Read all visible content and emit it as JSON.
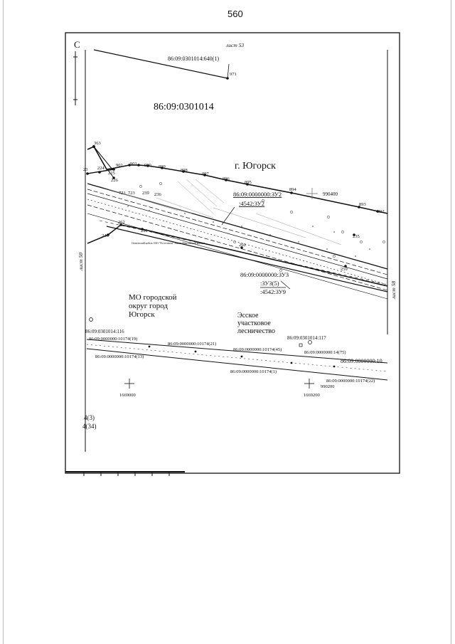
{
  "page_number": "560",
  "north_label": "С",
  "sheet_refs": {
    "top": "лист 53",
    "left": "лист 50",
    "right": "лист 58"
  },
  "block_main": "86:09:0301014",
  "parcel_top": "86:09:0301014:640(1)",
  "city": "г. Югорск",
  "zone_mo": [
    "МО городской",
    "округ город",
    "Югорск"
  ],
  "zone_forest": [
    "Эсское",
    "участковое",
    "лесничество"
  ],
  "zu_upper": [
    "86:09:0000000:ЗУ2",
    ":4542:ЗУ2"
  ],
  "zu_lower": [
    "86:09:0000000:ЗУ3",
    ":ЗУ3(5)",
    ":4542:ЗУ9"
  ],
  "parcel_116": "86:09:0301014:116",
  "parcel_117": "86:09:0301014:117",
  "road_labels": [
    "86:09:0000000:10174(19)",
    "86:09:0000000:10174(21)",
    "86:09:0000000:10174(13)",
    "86:09:0000000:10174(45)",
    "86:09:0000000:14(75)",
    "86:09:0000000:10",
    "86:09:0000000:10174(1)",
    "86:09:0000000:10174(22)"
  ],
  "coords": {
    "x1": "1669000",
    "x2": "1669200",
    "y1": "990400",
    "y2": "990200"
  },
  "points_top": [
    "363",
    "23",
    "224",
    "225",
    "902",
    "901",
    "900",
    "899",
    "898",
    "897",
    "896",
    "895",
    "894",
    "893",
    "892",
    "226",
    "721",
    "723",
    "239",
    "236",
    "971"
  ],
  "points_bottom": [
    "262",
    "261",
    "246",
    "260",
    "235",
    "259"
  ],
  "small_text_line": "Оптический кабель ОАО \"Ростелеком\" Ханты-Мансийский филиал",
  "left_remnants": [
    "4(3)",
    "4(34)"
  ]
}
